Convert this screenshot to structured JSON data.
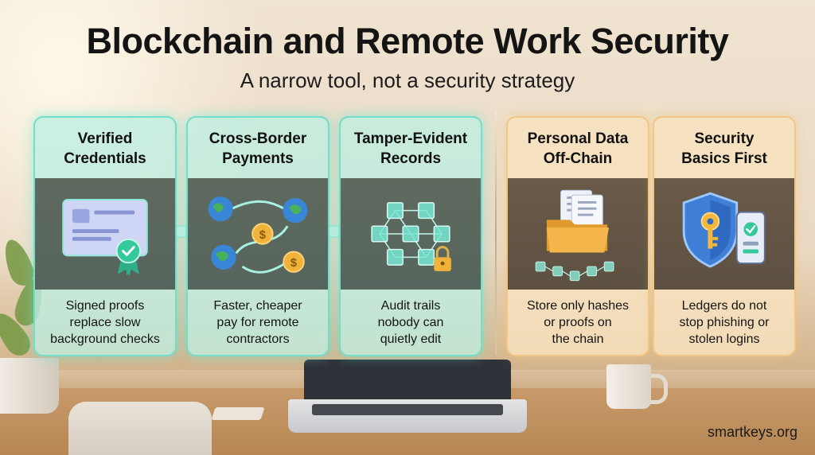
{
  "header": {
    "title": "Blockchain and Remote Work Security",
    "subtitle": "A narrow tool, not a security strategy"
  },
  "cards": [
    {
      "title_line1": "Verified",
      "title_line2": "Credentials",
      "text_line1": "Signed proofs",
      "text_line2": "replace slow",
      "text_line3": "background checks",
      "icon": "certificate-icon",
      "accent": "#6fdcc8"
    },
    {
      "title_line1": "Cross-Border",
      "title_line2": "Payments",
      "text_line1": "Faster, cheaper",
      "text_line2": "pay for remote",
      "text_line3": "contractors",
      "icon": "globe-payments-icon",
      "accent": "#6fdcc8"
    },
    {
      "title_line1": "Tamper-Evident",
      "title_line2": "Records",
      "text_line1": "Audit trails",
      "text_line2": "nobody can",
      "text_line3": "quietly edit",
      "icon": "blockchain-lock-icon",
      "accent": "#6fdcc8"
    },
    {
      "title_line1": "Personal Data",
      "title_line2": "Off-Chain",
      "text_line1": "Store only hashes",
      "text_line2": "or proofs on",
      "text_line3": "the chain",
      "icon": "folder-documents-icon",
      "accent": "#f0c482"
    },
    {
      "title_line1": "Security",
      "title_line2": "Basics First",
      "text_line1": "Ledgers do not",
      "text_line2": "stop phishing or",
      "text_line3": "stolen logins",
      "icon": "shield-key-phone-icon",
      "accent": "#f0c482"
    }
  ],
  "footer": {
    "site": "smartkeys.org"
  }
}
